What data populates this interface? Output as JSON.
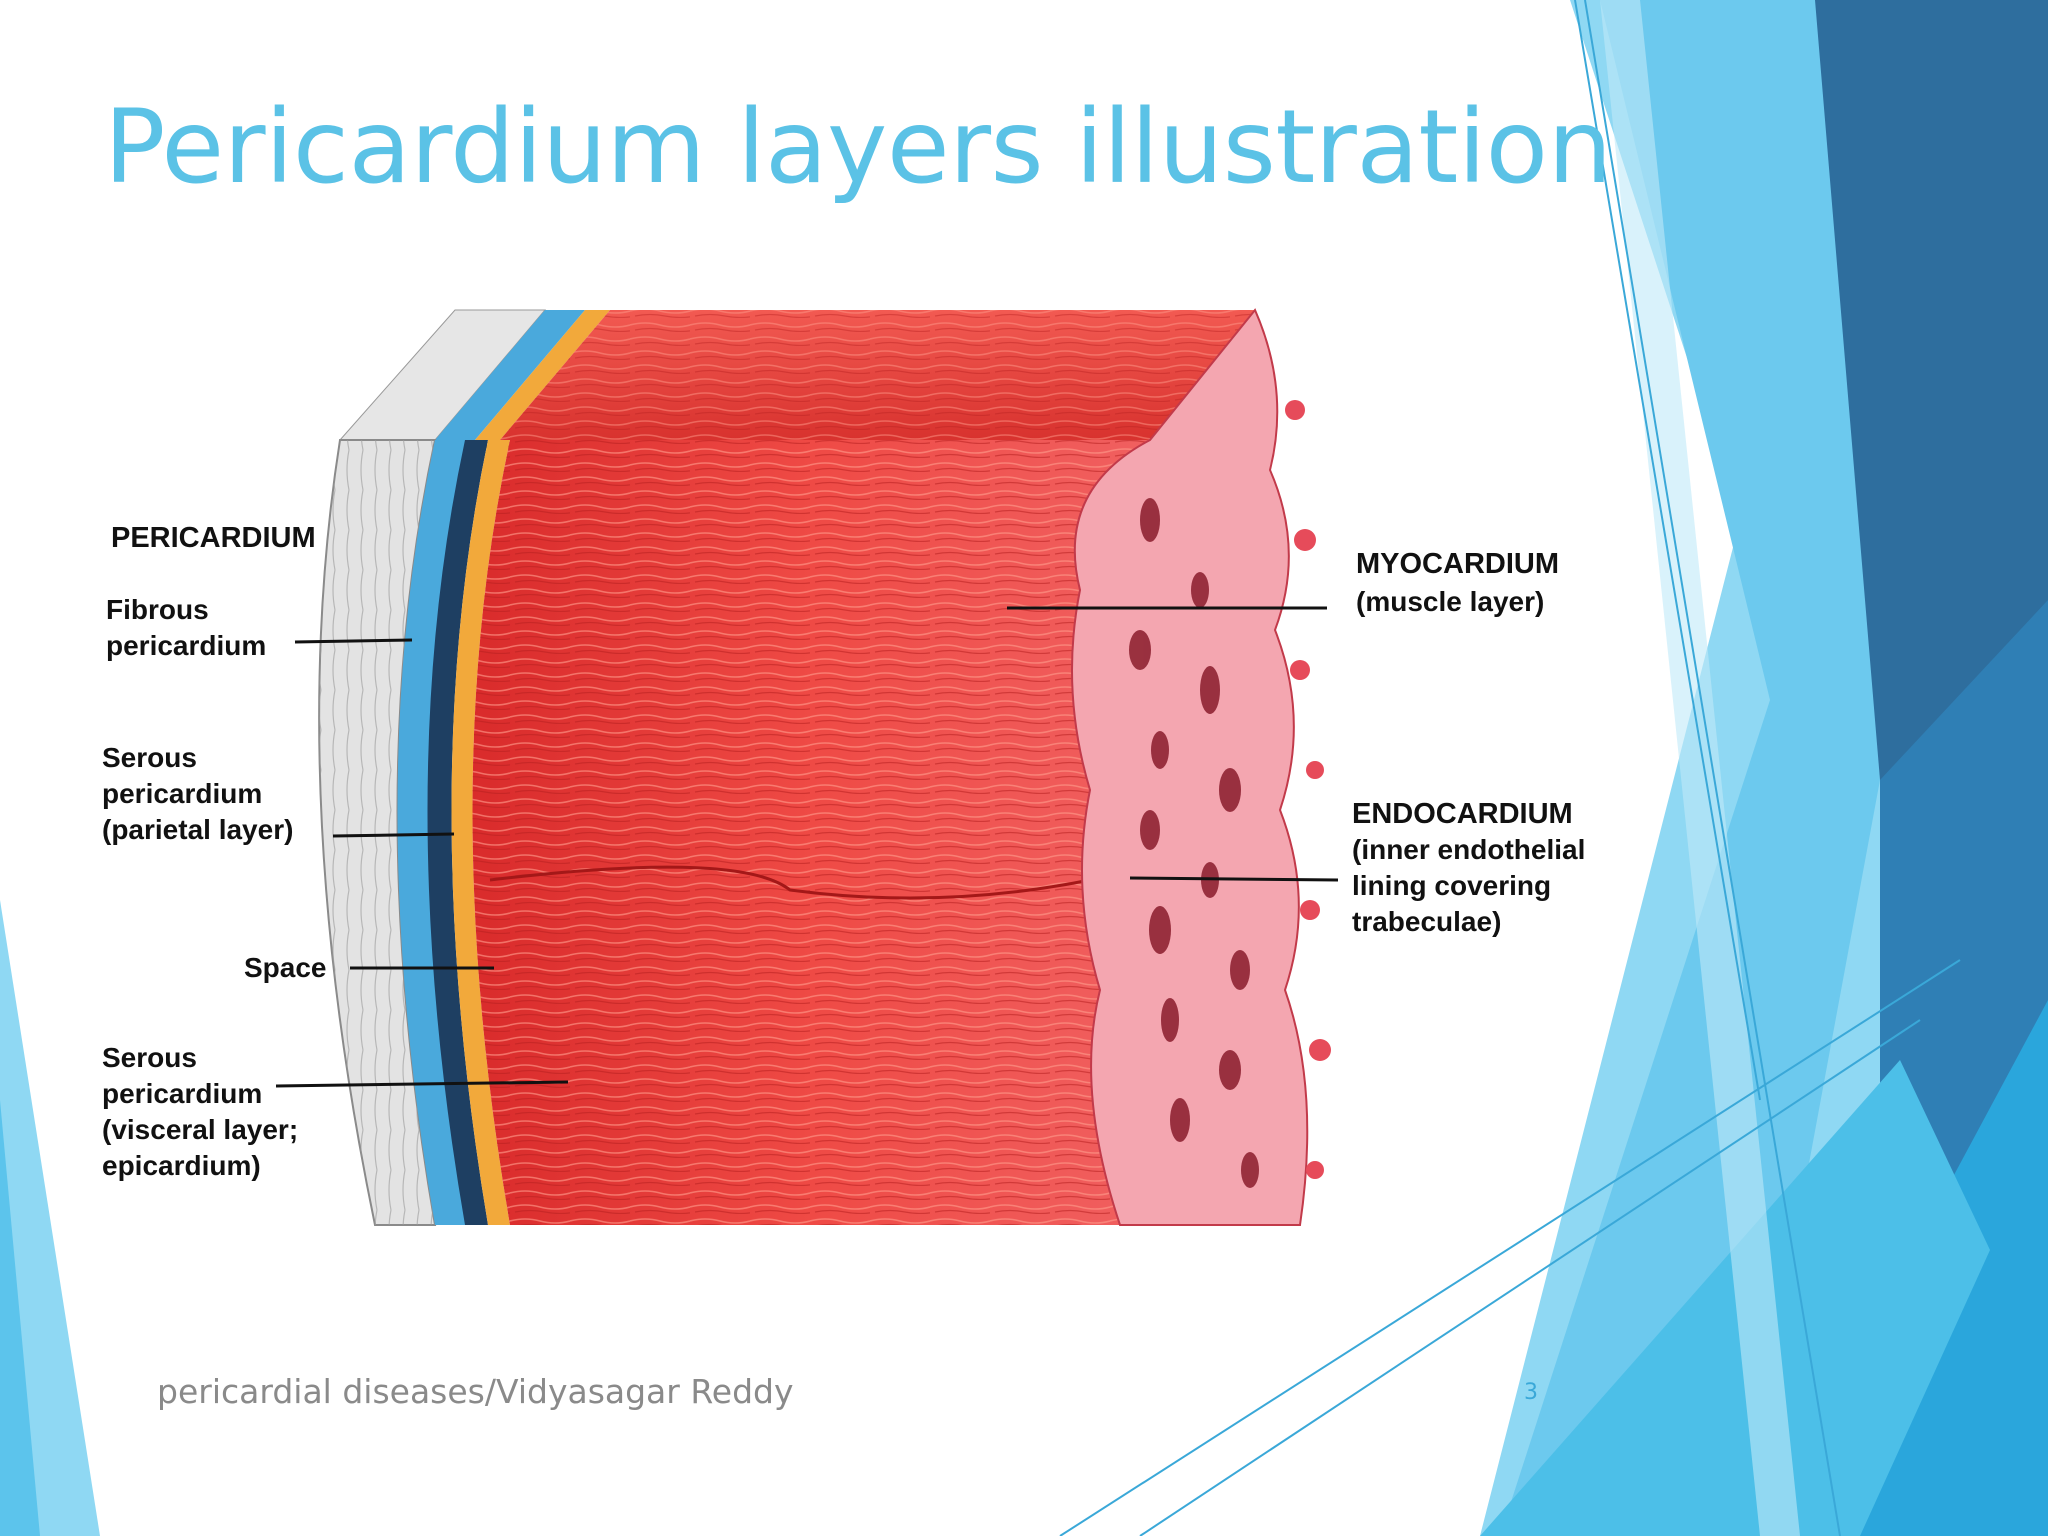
{
  "slide": {
    "title": "Pericardium layers illustration",
    "footer": "pericardial diseases/Vidyasagar Reddy",
    "page_number": "3"
  },
  "illustration": {
    "heading": "PERICARDIUM",
    "left_labels": {
      "fibrous": [
        "Fibrous",
        "pericardium"
      ],
      "parietal": [
        "Serous",
        "pericardium",
        "(parietal layer)"
      ],
      "space": "Space",
      "visceral": [
        "Serous",
        "pericardium",
        "(visceral layer;",
        "epicardium)"
      ]
    },
    "right_labels": {
      "myocardium": [
        "MYOCARDIUM",
        "(muscle layer)"
      ],
      "endocardium": [
        "ENDOCARDIUM",
        "(inner endothelial",
        "lining covering",
        "trabeculae)"
      ]
    }
  },
  "colors": {
    "title": "#5bc2e6",
    "footer": "#8a8a8a",
    "accent_dark": "#2e6e9e",
    "accent_mid": "#2aa6dc",
    "accent_light": "#7fd3f0",
    "muscle": "#e8403c",
    "fibrous": "#d9d9d9",
    "parietal": "#4aa9dc",
    "epicardium": "#f2a93b",
    "endocardium": "#f4a6b0"
  }
}
